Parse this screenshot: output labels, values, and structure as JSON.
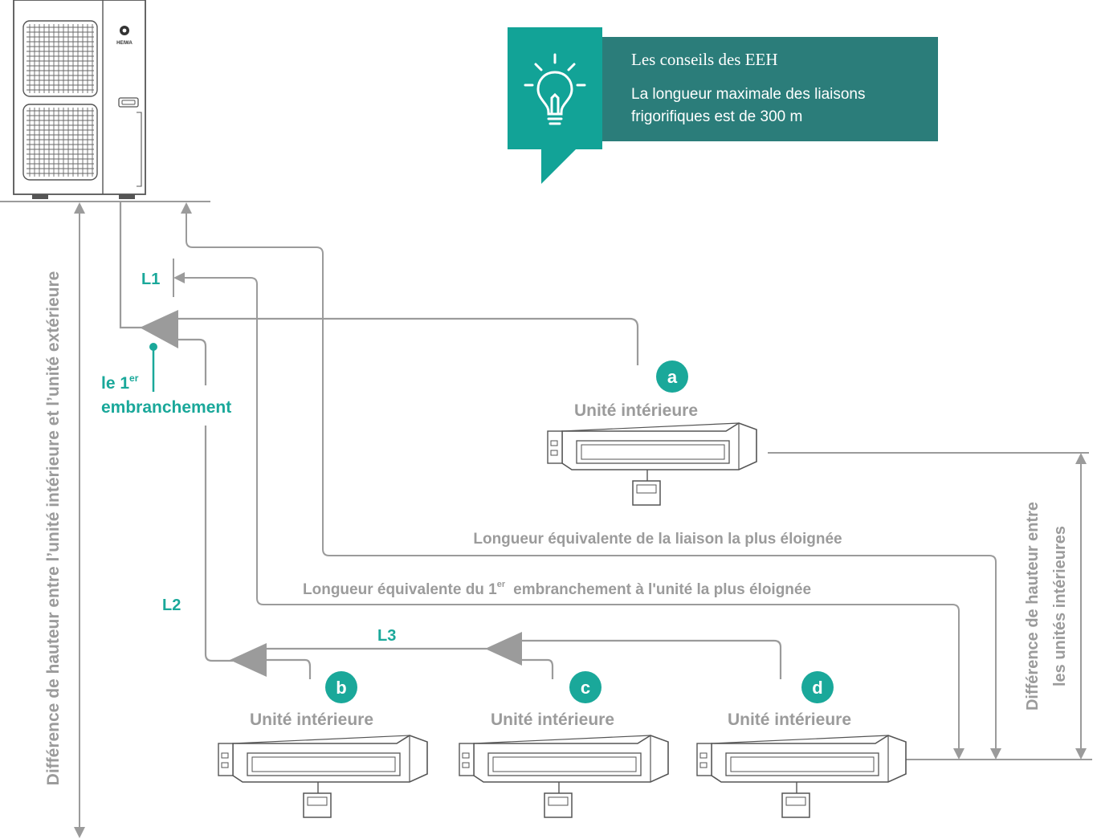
{
  "tip": {
    "title": "Les conseils des EEH",
    "text": "La longueur maximale des liaisons frigorifiques est de 300 m",
    "icon": "lightbulb-icon"
  },
  "outdoor_unit": {
    "brand": "HEIWA"
  },
  "labels": {
    "l1": "L1",
    "l2": "L2",
    "l3": "L3",
    "first_branch_line1": "le 1",
    "first_branch_sup": "er",
    "first_branch_line2": "embranchement",
    "longest_link": "Longueur équivalente de la liaison la plus éloignée",
    "first_branch_prefix": "Longueur équivalente du 1",
    "first_branch_sup2": "er",
    "first_branch_suffix": "embranchement à l'unité la plus éloignée",
    "height_outdoor_indoor": "Différence de hauteur entre l’unité intérieure et l’unité extérieure",
    "height_indoor_line1": "Différence de hauteur entre",
    "height_indoor_line2": "les unités intérieures"
  },
  "indoor_units": [
    {
      "id": "a",
      "label": "Unité intérieure"
    },
    {
      "id": "b",
      "label": "Unité intérieure"
    },
    {
      "id": "c",
      "label": "Unité intérieure"
    },
    {
      "id": "d",
      "label": "Unité intérieure"
    }
  ],
  "colors": {
    "teal": "#1aa89a",
    "tip_dark": "#2b7d7a",
    "line": "#9b9b9b"
  }
}
